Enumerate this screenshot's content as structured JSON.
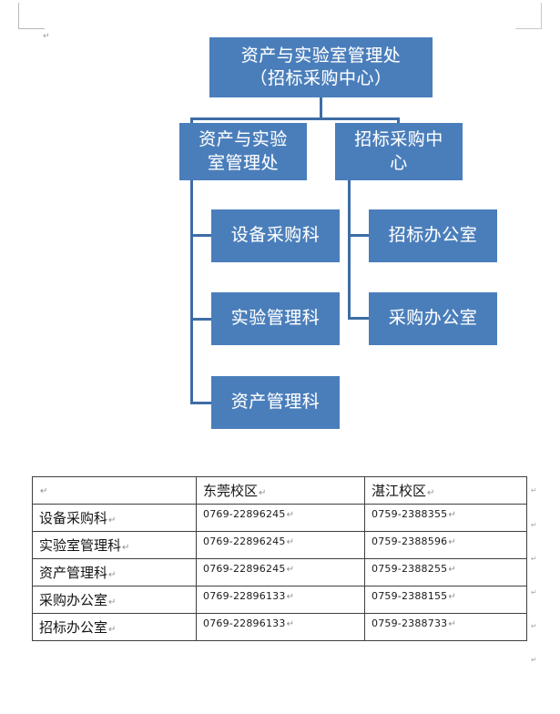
{
  "document": {
    "paragraph_mark": "↵",
    "stray_marks": [
      "↵"
    ]
  },
  "org_chart": {
    "root": {
      "line1": "资产与实验室管理处",
      "line2": "（招标采购中心）"
    },
    "branches": [
      {
        "name": "asset-lab-office",
        "line1": "资产与实验",
        "line2": "室管理处",
        "children": [
          {
            "name": "equipment-procurement",
            "label": "设备采购科"
          },
          {
            "name": "lab-management",
            "label": "实验管理科"
          },
          {
            "name": "asset-management",
            "label": "资产管理科"
          }
        ]
      },
      {
        "name": "bidding-procurement-center",
        "line1": "招标采购中",
        "line2": "心",
        "children": [
          {
            "name": "bidding-office",
            "label": "招标办公室"
          },
          {
            "name": "procurement-office",
            "label": "采购办公室"
          }
        ]
      }
    ],
    "colors": {
      "node_fill": "#4a7ebb",
      "connector": "#3d6da6",
      "node_text": "#ffffff"
    }
  },
  "contact_table": {
    "columns": [
      "",
      "东莞校区",
      "湛江校区"
    ],
    "rows": [
      {
        "dept": "设备采购科",
        "dongguan": "0769-22896245",
        "zhanjiang": "0759-2388355"
      },
      {
        "dept": "实验室管理科",
        "dongguan": "0769-22896245",
        "zhanjiang": "0759-2388596"
      },
      {
        "dept": "资产管理科",
        "dongguan": "0769-22896245",
        "zhanjiang": "0759-2388255"
      },
      {
        "dept": "采购办公室",
        "dongguan": "0769-22896133",
        "zhanjiang": "0759-2388155"
      },
      {
        "dept": "招标办公室",
        "dongguan": "0769-22896133",
        "zhanjiang": "0759-2388733"
      }
    ],
    "cell_end_mark": "↵"
  }
}
